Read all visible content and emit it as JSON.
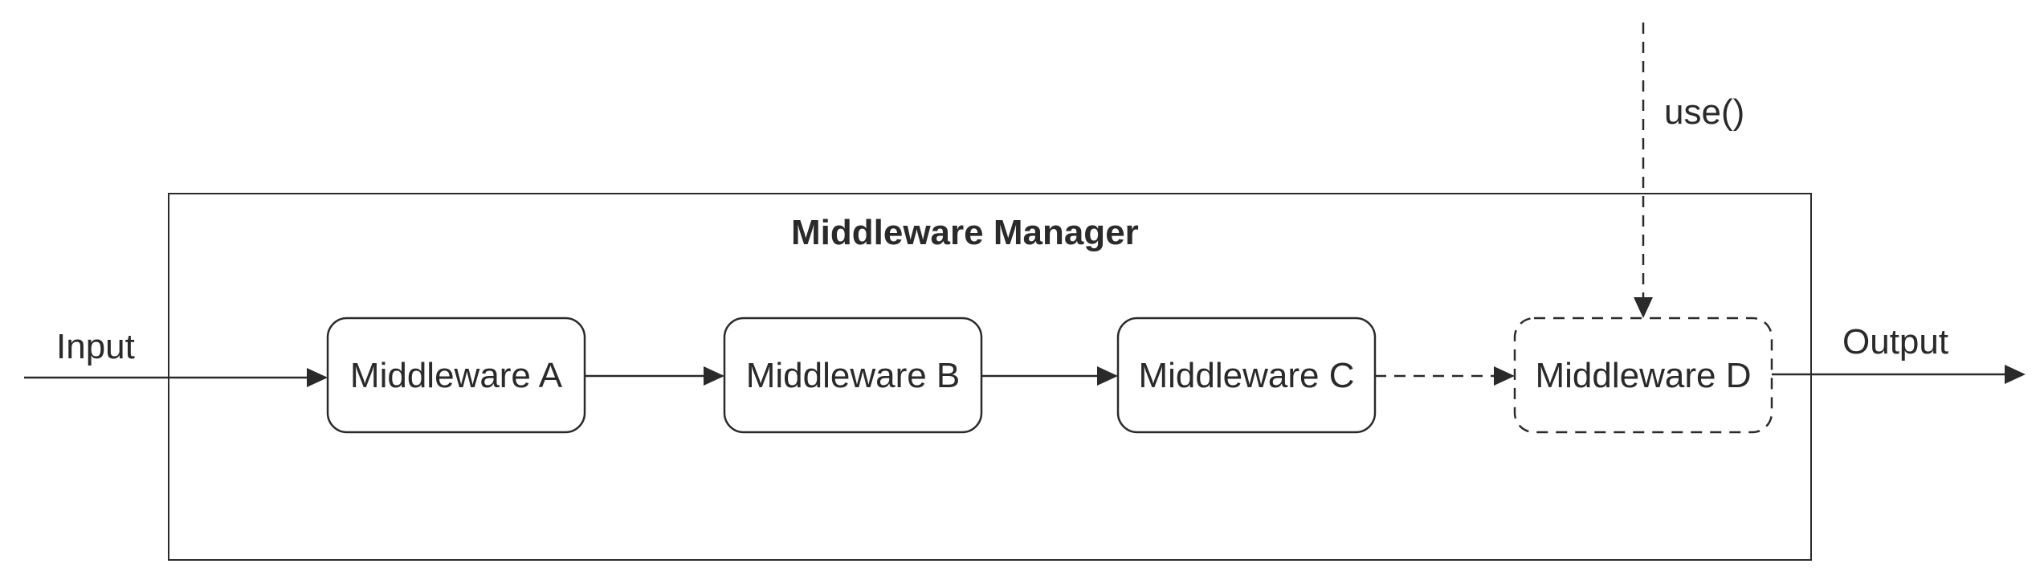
{
  "diagram": {
    "manager_title": "Middleware Manager",
    "input_label": "Input",
    "output_label": "Output",
    "use_label": "use()",
    "nodes": [
      {
        "id": "A",
        "label": "Middleware A",
        "style": "solid"
      },
      {
        "id": "B",
        "label": "Middleware B",
        "style": "solid"
      },
      {
        "id": "C",
        "label": "Middleware C",
        "style": "solid"
      },
      {
        "id": "D",
        "label": "Middleware D",
        "style": "dashed"
      }
    ],
    "edges": [
      {
        "from": "input",
        "to": "A",
        "style": "solid"
      },
      {
        "from": "A",
        "to": "B",
        "style": "solid"
      },
      {
        "from": "B",
        "to": "C",
        "style": "solid"
      },
      {
        "from": "C",
        "to": "D",
        "style": "dashed"
      },
      {
        "from": "D",
        "to": "output",
        "style": "solid"
      },
      {
        "from": "use",
        "to": "D",
        "style": "dashed"
      }
    ],
    "colors": {
      "stroke": "#2a2a2a",
      "background": "#ffffff"
    }
  }
}
